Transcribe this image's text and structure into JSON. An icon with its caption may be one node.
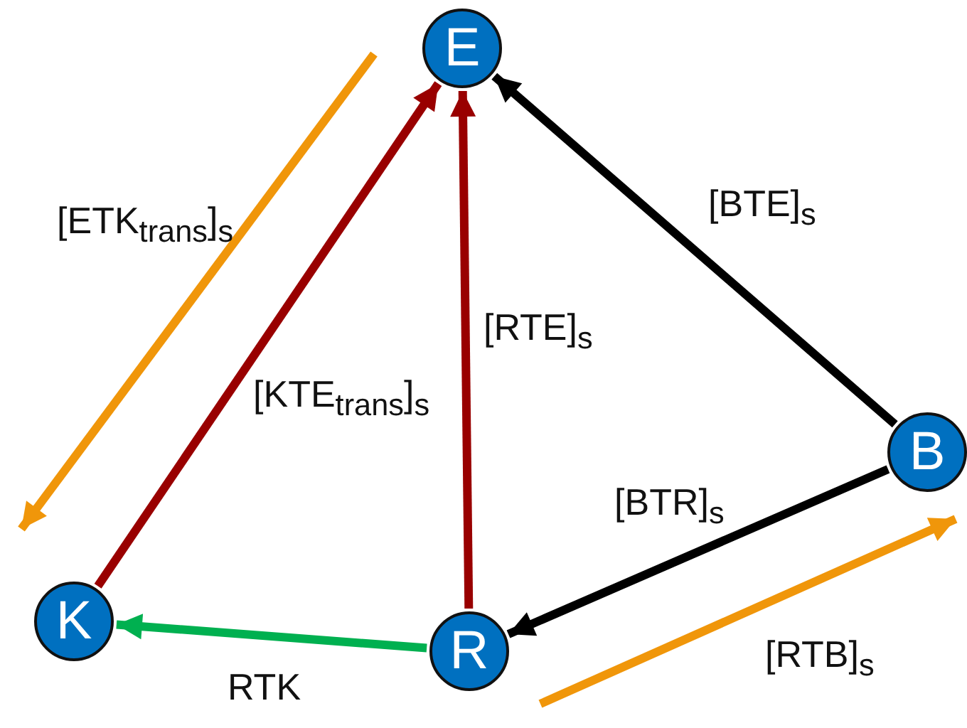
{
  "diagram": {
    "nodes": [
      {
        "text": [
          "E"
        ]
      },
      {
        "text": [
          "B"
        ]
      },
      {
        "text": [
          "R"
        ]
      },
      {
        "text": [
          "K"
        ]
      }
    ],
    "edges": [
      {
        "from": 1,
        "to": 0,
        "arrow": "to",
        "label": "[BTE]$_{s}$"
      },
      {
        "from": 2,
        "to": 0,
        "arrow": "to",
        "label": "[RTE]$_{s}$",
        "color": "#990000"
      },
      {
        "from": 3,
        "to": 0,
        "arrow": "to",
        "label": "[KTE$_{trans}$]$_{s}$",
        "color": "#990000"
      },
      {
        "from": 1,
        "to": 2,
        "arrow": "to",
        "label": "[BTR]$_{s}$"
      },
      {
        "from": 2,
        "to": 3,
        "arrow": "to",
        "label": "RTK",
        "color": "#00b050"
      }
    ],
    "labels": [
      "[ETK$_{trans}$]$_{s}$",
      "[RTB]$_{s}$"
    ]
  }
}
